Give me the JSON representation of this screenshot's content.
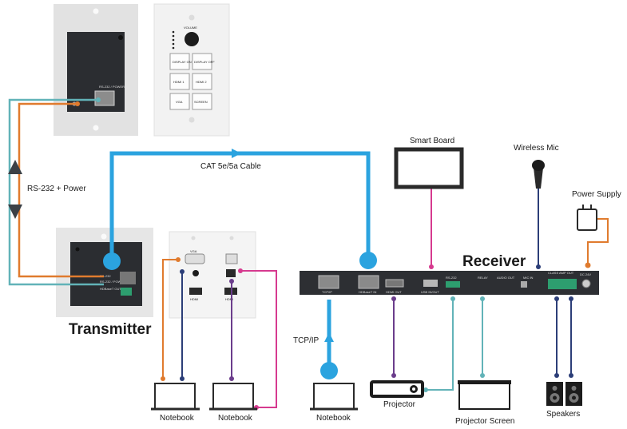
{
  "labels": {
    "transmitter": "Transmitter",
    "receiver": "Receiver",
    "cable": "CAT 5e/5a Cable",
    "rs232": "RS-232 + Power",
    "smart_board": "Smart Board",
    "wireless_mic": "Wireless Mic",
    "power_supply": "Power Supply",
    "tcpip": "TCP/IP",
    "notebook_1": "Notebook",
    "notebook_2": "Notebook",
    "notebook_3": "Notebook",
    "projector": "Projector",
    "projector_screen": "Projector Screen",
    "speakers": "Speakers"
  },
  "wallplate_buttons": {
    "volume": "VOLUME",
    "b1": "DISPLAY ON",
    "b2": "DISPLAY OFF",
    "b3": "HDMI 1",
    "b4": "HDMI 2",
    "b5": "VGA",
    "b6": "SCREEN"
  },
  "tiny_labels": {
    "rs232_power": "RS-232 / POWER",
    "hdbaset_out": "HDBaseT OUT",
    "hdbaset_in": "HDBaseT IN",
    "tcp_ip": "TCP/IP",
    "hdmi_out": "HDMI OUT",
    "usb_in": "USB IN/OUT",
    "rs232": "RS-232",
    "relay": "RELAY",
    "audio_out": "AUDIO OUT",
    "mic_in": "MIC IN",
    "dc24v": "DC 24V",
    "vga": "VGA",
    "hdmi": "HDMI",
    "speakers_port": "CLASS AMP OUT"
  },
  "colors": {
    "cat_cable": "#2ba3df",
    "orange": "#e07b2e",
    "teal": "#62b3b8",
    "navy": "#2c3e78",
    "purple": "#6b3d8c",
    "magenta": "#d63a8f",
    "device_dark": "#2d2f33",
    "plate_white": "#f3f3f3",
    "plate_bg": "#e4e4e4"
  }
}
